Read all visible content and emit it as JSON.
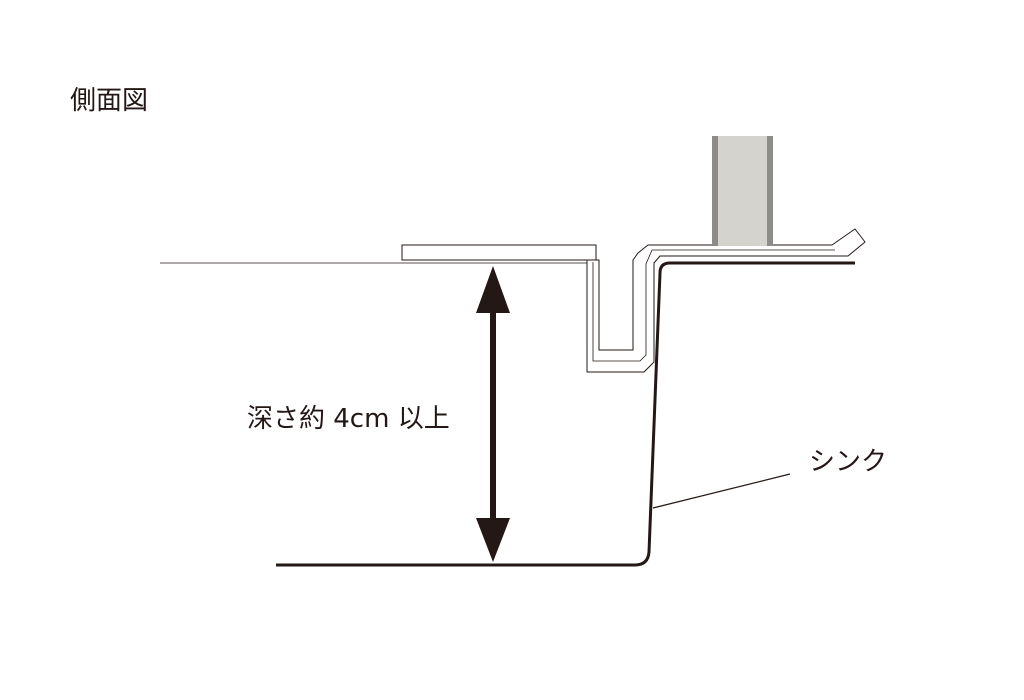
{
  "title": "側面図",
  "depth_label": "深さ約 4cm 以上",
  "sink_label": "シンク",
  "colors": {
    "line": "#231815",
    "column_fill": "#d4d3ce",
    "column_edge": "#8d8c88"
  }
}
